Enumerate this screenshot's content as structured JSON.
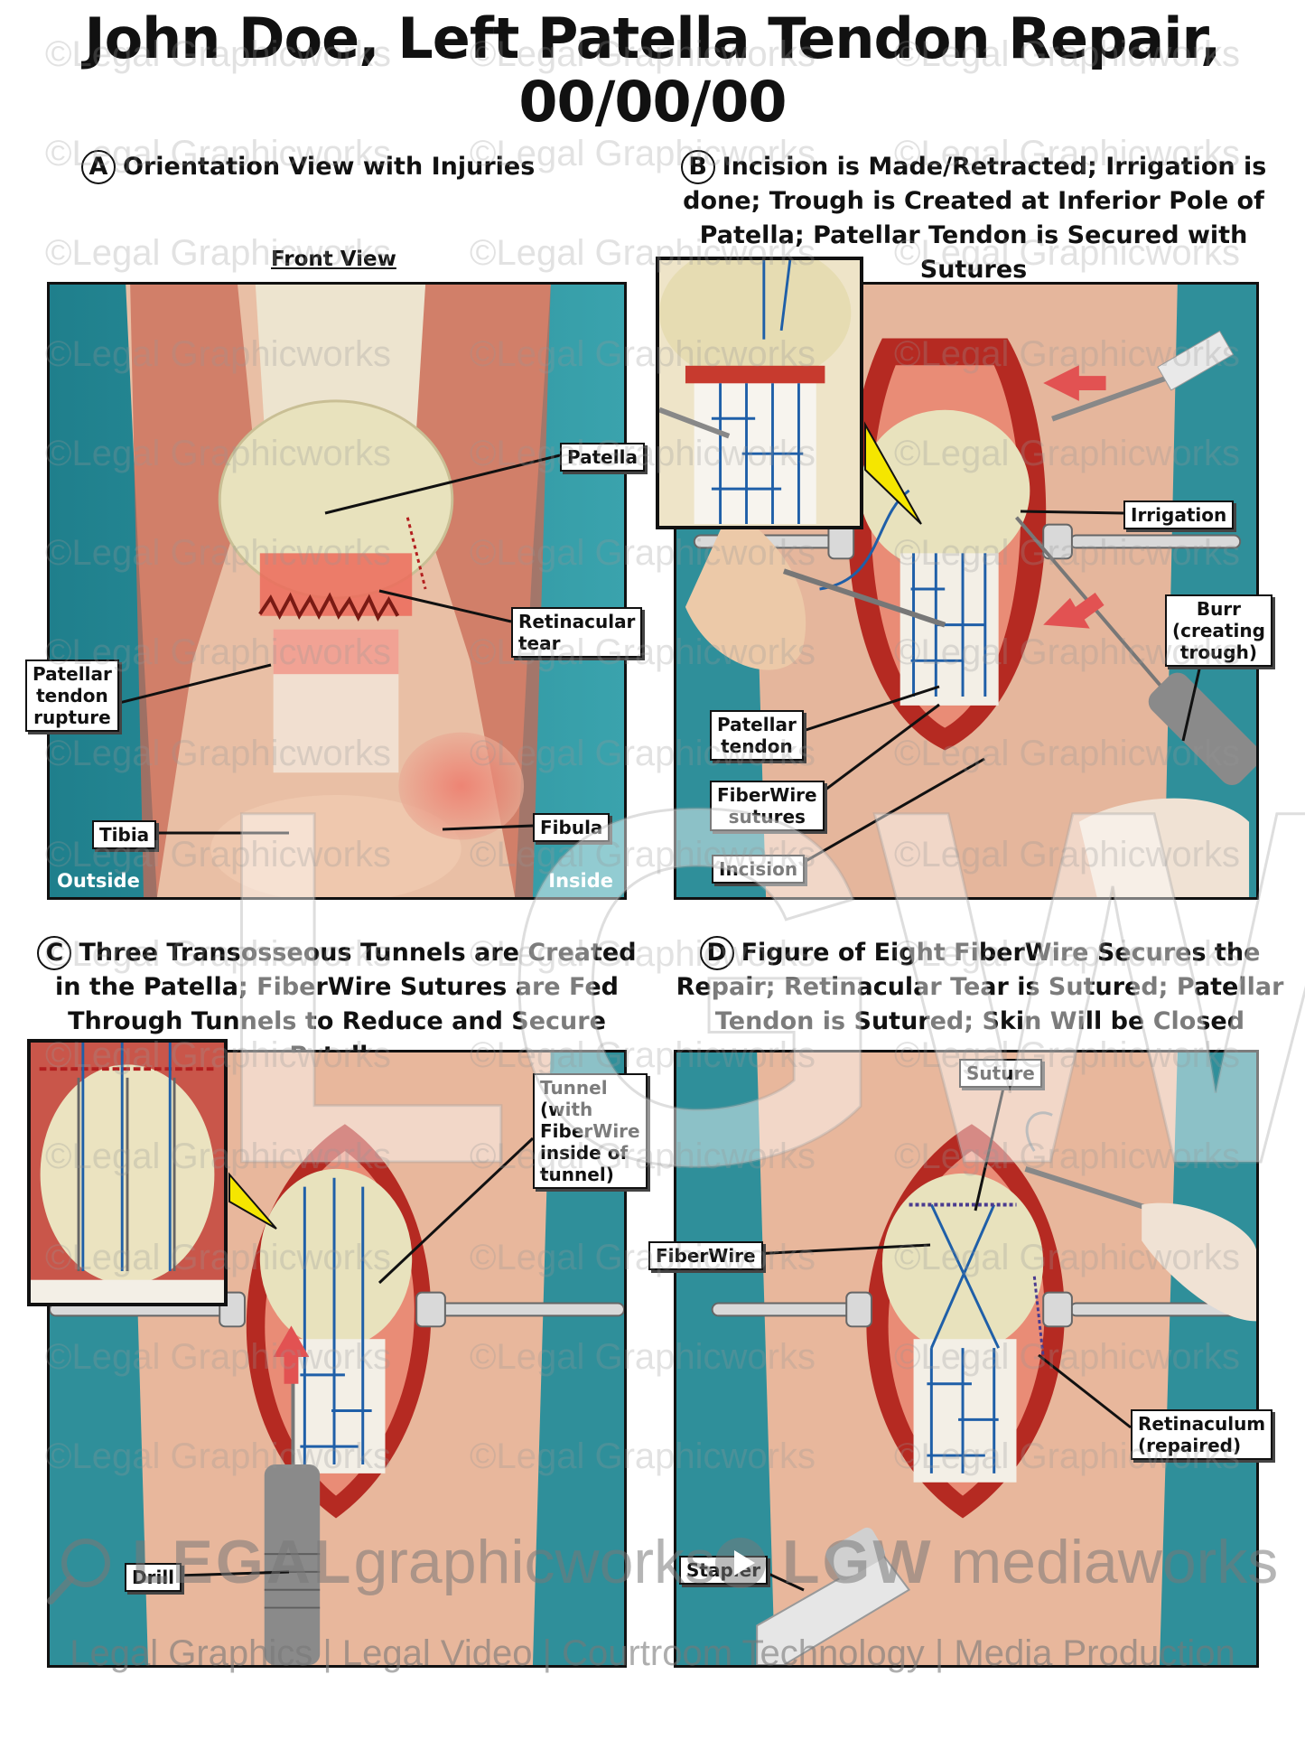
{
  "title_line1": "John Doe, Left Patella Tendon Repair,",
  "title_line2": "00/00/00",
  "panels": {
    "a": {
      "letter": "A",
      "heading": "Orientation View with Injuries",
      "subheading": "Front View",
      "corner_left": "Outside",
      "corner_right": "Inside",
      "labels": {
        "patella": "Patella",
        "retinacular_tear_1": "Retinacular",
        "retinacular_tear_2": "tear",
        "ptr_1": "Patellar",
        "ptr_2": "tendon",
        "ptr_3": "rupture",
        "tibia": "Tibia",
        "fibula": "Fibula"
      }
    },
    "b": {
      "letter": "B",
      "heading_1": "Incision is Made/Retracted; Irrigation is",
      "heading_2": "done; Trough is Created at Inferior Pole of",
      "heading_3": "Patella; Patellar Tendon is Secured with Sutures",
      "labels": {
        "irrigation": "Irrigation",
        "burr_1": "Burr",
        "burr_2": "(creating",
        "burr_3": "trough)",
        "pt_1": "Patellar",
        "pt_2": "tendon",
        "fw_1": "FiberWire",
        "fw_2": "sutures",
        "incision": "Incision"
      }
    },
    "c": {
      "letter": "C",
      "heading_1": "Three Transosseous Tunnels are Created",
      "heading_2": "in the Patella; FiberWire Sutures are Fed",
      "heading_3": "Through Tunnels to Reduce and Secure Patella",
      "labels": {
        "tunnel_1": "Tunnel",
        "tunnel_2": "(with",
        "tunnel_3": "FiberWire",
        "tunnel_4": "inside of",
        "tunnel_5": "tunnel)",
        "drill": "Drill"
      }
    },
    "d": {
      "letter": "D",
      "heading_1": "Figure of Eight FiberWire Secures the",
      "heading_2": "Repair; Retinacular Tear is Sutured; Patellar",
      "heading_3": "Tendon is Sutured; Skin Will be Closed",
      "labels": {
        "suture": "Suture",
        "fiberwire": "FiberWire",
        "ret_1": "Retinaculum",
        "ret_2": "(repaired)",
        "stapler": "Stapler"
      }
    }
  },
  "watermark": "©Legal Graphicworks",
  "logo_mark": "LGW",
  "brand_left_bold": "LEGAL",
  "brand_left": "graphicworks",
  "brand_right_bold": "LGW",
  "brand_right": "mediaworks",
  "footer": "Legal Graphics | Legal Video | Courtroom Technology | Media Production",
  "colors": {
    "drape": "#2b8f9a",
    "muscle": "#c8584a",
    "bone": "#e8e2bd",
    "tendon": "#f2efe6",
    "suture": "#1f5fa8",
    "wound": "#b31f1f"
  }
}
